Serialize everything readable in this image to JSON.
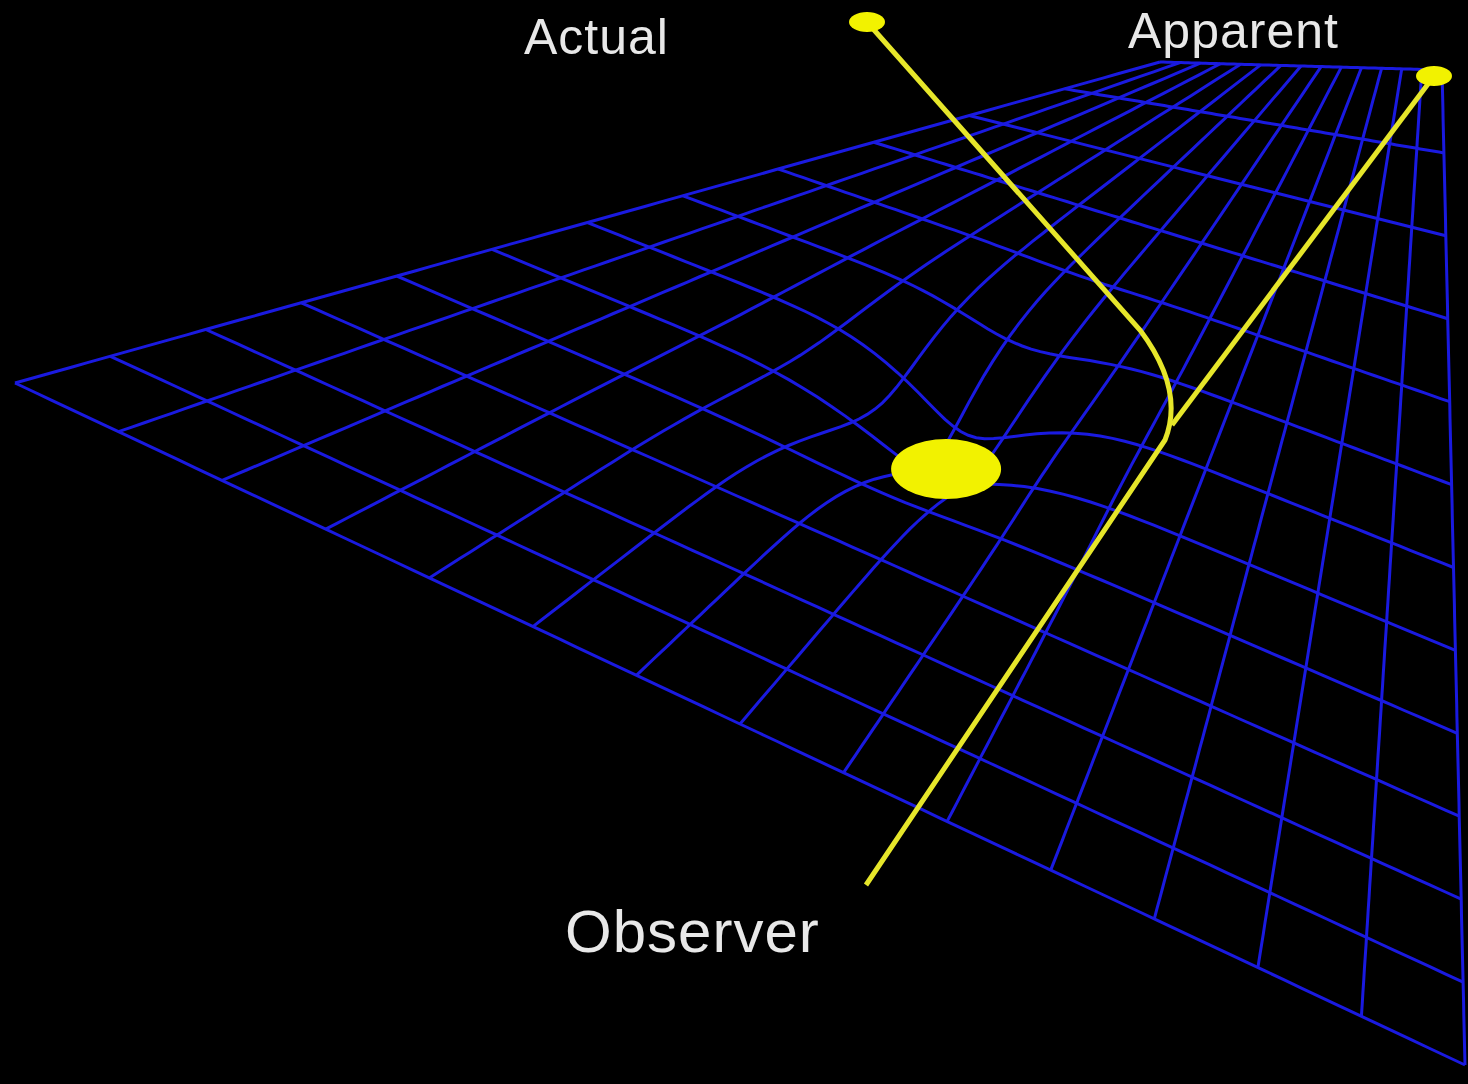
{
  "diagram": {
    "labels": [
      "Actual",
      "Apparent",
      "Observer"
    ]
  }
}
